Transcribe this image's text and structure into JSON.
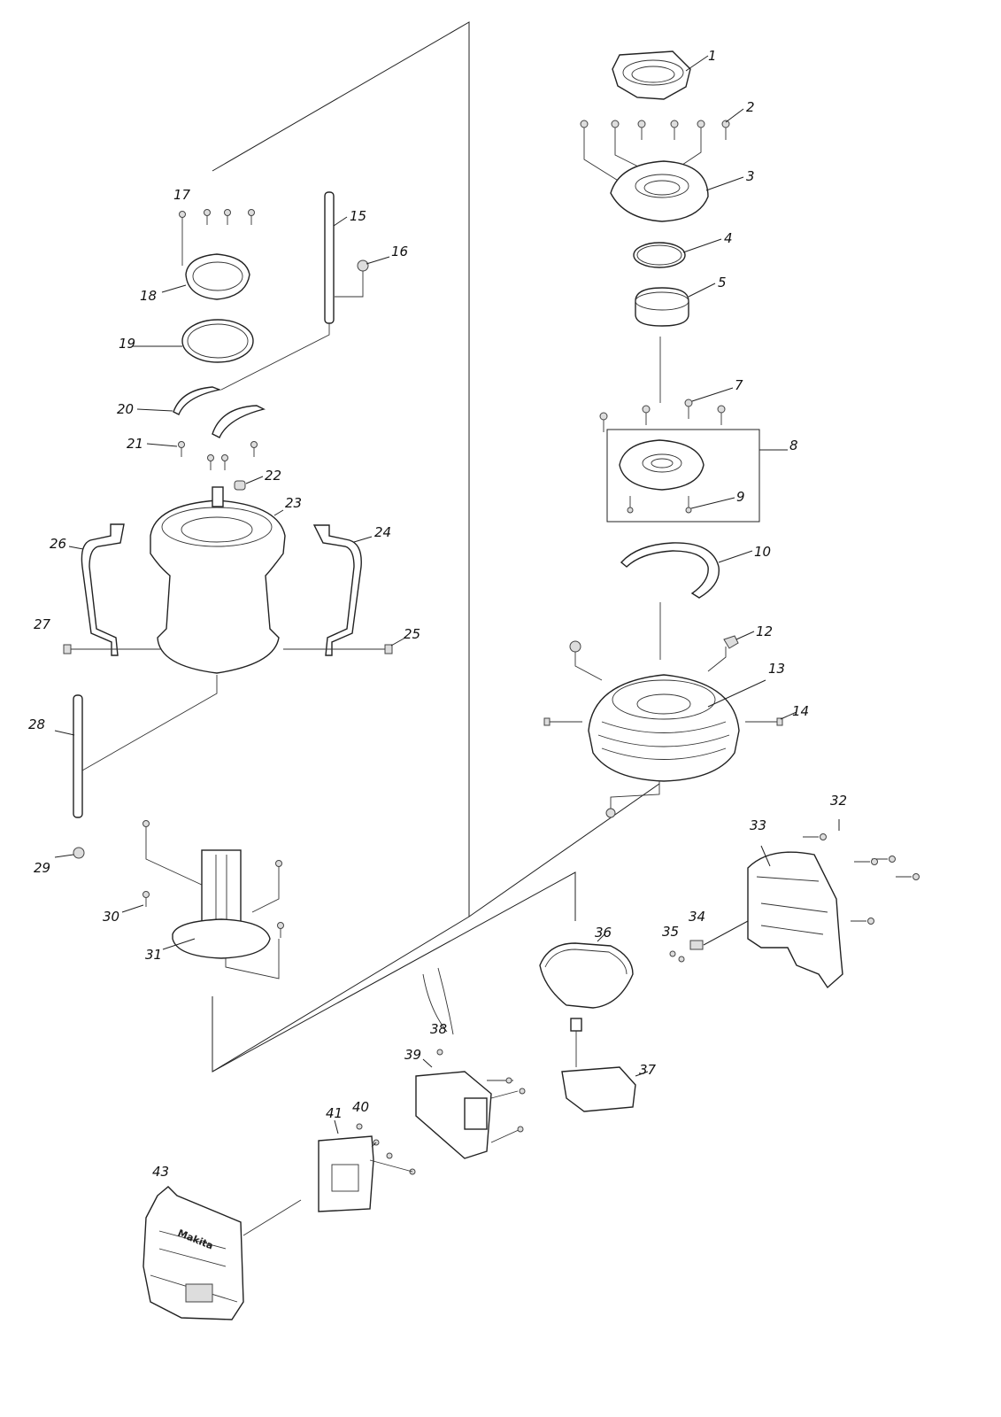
{
  "parts": [
    {
      "ref": "1",
      "label": "1"
    },
    {
      "ref": "2",
      "label": "2"
    },
    {
      "ref": "3",
      "label": "3"
    },
    {
      "ref": "4",
      "label": "4"
    },
    {
      "ref": "5",
      "label": "5"
    },
    {
      "ref": "7",
      "label": "7"
    },
    {
      "ref": "8",
      "label": "8"
    },
    {
      "ref": "9",
      "label": "9"
    },
    {
      "ref": "10",
      "label": "10"
    },
    {
      "ref": "12",
      "label": "12"
    },
    {
      "ref": "13",
      "label": "13"
    },
    {
      "ref": "14",
      "label": "14"
    },
    {
      "ref": "15",
      "label": "15"
    },
    {
      "ref": "16",
      "label": "16"
    },
    {
      "ref": "17",
      "label": "17"
    },
    {
      "ref": "18",
      "label": "18"
    },
    {
      "ref": "19",
      "label": "19"
    },
    {
      "ref": "20",
      "label": "20"
    },
    {
      "ref": "21",
      "label": "21"
    },
    {
      "ref": "22",
      "label": "22"
    },
    {
      "ref": "23",
      "label": "23"
    },
    {
      "ref": "24",
      "label": "24"
    },
    {
      "ref": "25",
      "label": "25"
    },
    {
      "ref": "26",
      "label": "26"
    },
    {
      "ref": "27",
      "label": "27"
    },
    {
      "ref": "28",
      "label": "28"
    },
    {
      "ref": "29",
      "label": "29"
    },
    {
      "ref": "30",
      "label": "30"
    },
    {
      "ref": "31",
      "label": "31"
    },
    {
      "ref": "32",
      "label": "32"
    },
    {
      "ref": "33",
      "label": "33"
    },
    {
      "ref": "34",
      "label": "34"
    },
    {
      "ref": "35",
      "label": "35"
    },
    {
      "ref": "36",
      "label": "36"
    },
    {
      "ref": "37",
      "label": "37"
    },
    {
      "ref": "38",
      "label": "38"
    },
    {
      "ref": "39",
      "label": "39"
    },
    {
      "ref": "40",
      "label": "40"
    },
    {
      "ref": "41",
      "label": "41"
    },
    {
      "ref": "43",
      "label": "43"
    }
  ],
  "brand_text": "Makita"
}
